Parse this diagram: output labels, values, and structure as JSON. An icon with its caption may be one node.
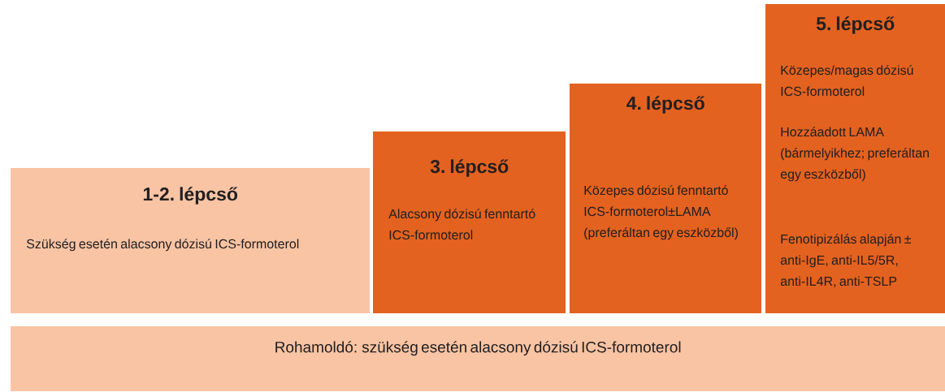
{
  "diagram": {
    "nodes": [
      {
        "text": [
          "1-2. lépcső",
          "Szükség esetén alacsony dózisú ICS-formoterol"
        ]
      },
      {
        "text": [
          "3. lépcső",
          "Alacsony dózisú fenntartó ICS-formoterol"
        ]
      },
      {
        "text": [
          "4. lépcső",
          "Közepes dózisú fenntartó ICS-formoterol±LAMA (preferáltan egy eszközből)"
        ]
      },
      {
        "text": [
          "5. lépcső",
          "Közepes/magas dózisú ICS-formoterol",
          "Hozzáadott LAMA (bármelyikhez; preferáltan egy eszközből)",
          "Fenotipizálás alapján ± anti-IgE, anti-IL5/5R, anti-IL4R, anti-TSLP"
        ]
      },
      {
        "text": [
          "Rohamoldó: szükség esetén alacsony dózisú ICS-formoterol"
        ]
      }
    ]
  }
}
